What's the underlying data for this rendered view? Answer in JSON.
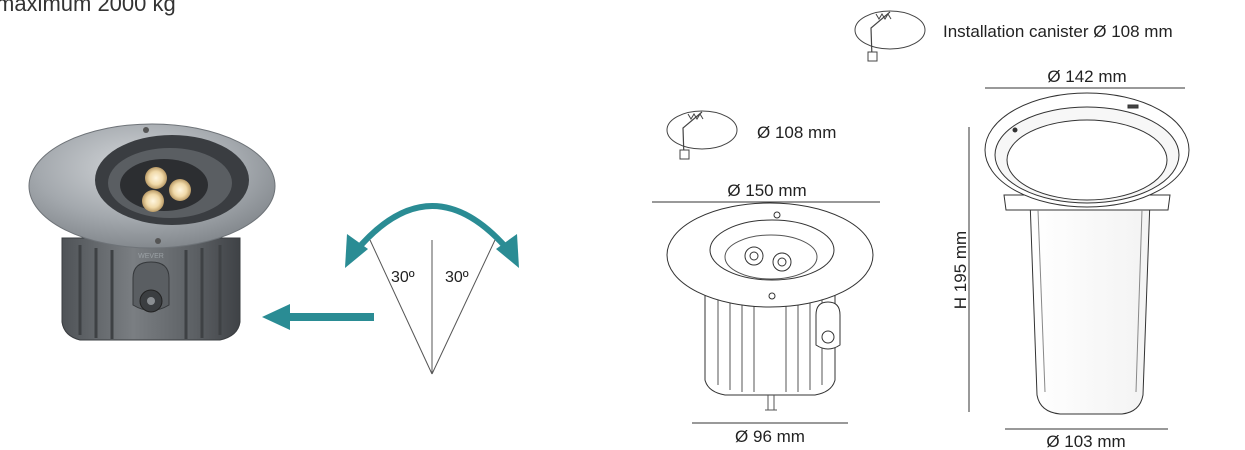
{
  "header": {
    "load_text": "maximum 2000 kg"
  },
  "beam": {
    "left_angle": "30º",
    "right_angle": "30º"
  },
  "legend": {
    "canister_label": "Installation canister Ø 108 mm"
  },
  "luminaire_drawing": {
    "cutout_label": "Ø 108 mm",
    "top_diameter": "Ø 150 mm",
    "bottom_diameter": "Ø 96 mm"
  },
  "canister_drawing": {
    "top_diameter": "Ø 142 mm",
    "height": "H 195 mm",
    "bottom_diameter": "Ø 103 mm"
  },
  "colors": {
    "arrow": "#2a8c94",
    "line": "#333333",
    "metal": "#9ea3a8",
    "body": "#6b6f73"
  }
}
